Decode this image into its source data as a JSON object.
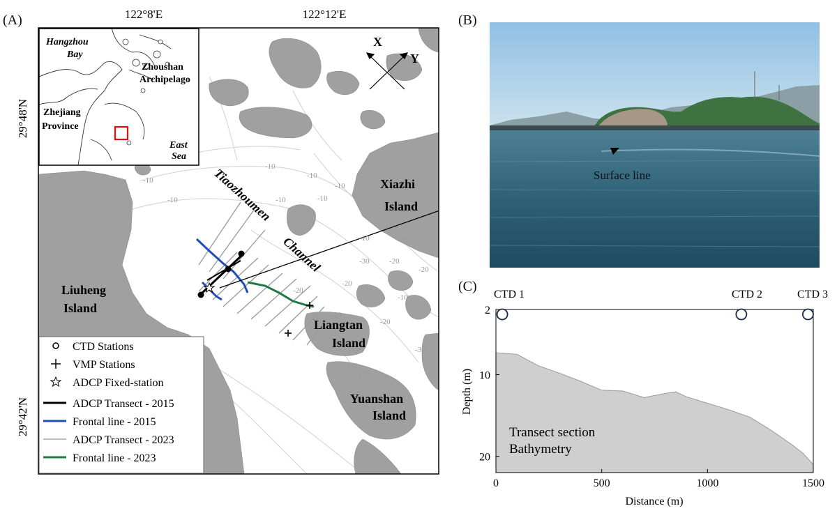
{
  "panels": {
    "a": "(A)",
    "b": "(B)",
    "c": "(C)"
  },
  "map": {
    "lon_labels": [
      "122°8'E",
      "122°12'E"
    ],
    "lat_labels": [
      "29°48'N",
      "29°42'N"
    ],
    "axes": {
      "x": "X",
      "y": "Y"
    },
    "places": {
      "liuheng_1": "Liuheng",
      "liuheng_2": "Island",
      "xiazhi_1": "Xiazhi",
      "xiazhi_2": "Island",
      "liangtan_1": "Liangtan",
      "liangtan_2": "Island",
      "yuanshan_1": "Yuanshan",
      "yuanshan_2": "Island",
      "channel_1": "Tiaozhoumen",
      "channel_2": "Channel"
    },
    "contours": [
      "-10",
      "-10",
      "-10",
      "-10",
      "-10",
      "-10",
      "-10",
      "-10",
      "-10",
      "-30",
      "-20",
      "-20",
      "-20",
      "-10",
      "-20",
      "-20",
      "-10",
      "-20",
      "-20",
      "-30"
    ],
    "inset": {
      "bay_1": "Hangzhou",
      "bay_2": "Bay",
      "arch_1": "Zhoushan",
      "arch_2": "Archipelago",
      "prov_1": "Zhejiang",
      "prov_2": "Province",
      "sea_1": "East",
      "sea_2": "Sea"
    },
    "legend": [
      {
        "label": "CTD Stations"
      },
      {
        "label": "VMP Stations"
      },
      {
        "label": "ADCP Fixed-station"
      },
      {
        "label": "ADCP Transect - 2015",
        "color": "#000000"
      },
      {
        "label": "Frontal line - 2015",
        "color": "#1f4fb5"
      },
      {
        "label": "ADCP Transect - 2023",
        "color": "#999999"
      },
      {
        "label": "Frontal line - 2023",
        "color": "#1f7a43"
      }
    ],
    "colors": {
      "land": "#a0a0a0",
      "sea": "#ffffff",
      "contour": "#c8c8c8"
    }
  },
  "photo": {
    "annotation": "Surface line"
  },
  "section": {
    "stations": [
      "CTD 1",
      "CTD 2",
      "CTD 3"
    ],
    "label_1": "Transect section",
    "label_2": "Bathymetry",
    "xlabel": "Distance (m)",
    "ylabel": "Depth (m)",
    "xticks": [
      "0",
      "500",
      "1000",
      "1500"
    ],
    "yticks": [
      "2",
      "10",
      "20"
    ]
  },
  "chart_data": {
    "type": "area",
    "xlabel": "Distance (m)",
    "ylabel": "Depth (m)",
    "xlim": [
      0,
      1500
    ],
    "ylim": [
      22,
      2
    ],
    "series": [
      {
        "name": "Bathymetry",
        "x": [
          0,
          100,
          200,
          300,
          400,
          500,
          600,
          700,
          800,
          850,
          900,
          1000,
          1100,
          1200,
          1300,
          1400,
          1450,
          1500
        ],
        "y": [
          7.3,
          7.5,
          8.9,
          9.8,
          10.8,
          11.9,
          12.0,
          12.8,
          12.3,
          12.1,
          12.7,
          13.5,
          14.3,
          15.2,
          16.8,
          18.6,
          19.6,
          21.0
        ]
      }
    ],
    "markers": [
      {
        "name": "CTD 1",
        "x": 30,
        "y": 2
      },
      {
        "name": "CTD 2",
        "x": 1160,
        "y": 2
      },
      {
        "name": "CTD 3",
        "x": 1475,
        "y": 2
      }
    ]
  }
}
